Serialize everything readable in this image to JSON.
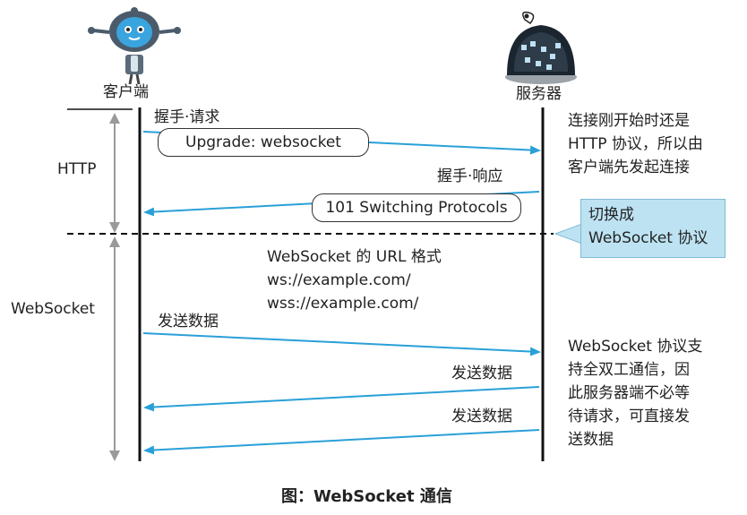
{
  "participants": {
    "client": "客户端",
    "server": "服务器"
  },
  "phases": {
    "http": "HTTP",
    "websocket": "WebSocket"
  },
  "messages": {
    "handshake_request": "握手·请求",
    "upgrade_header": "Upgrade: websocket",
    "handshake_response": "握手·响应",
    "switching": "101 Switching Protocols",
    "send1": "发送数据",
    "send2": "发送数据",
    "send3": "发送数据"
  },
  "url_format": {
    "title": "WebSocket 的 URL 格式",
    "ws": "ws://example.com/",
    "wss": "wss://example.com/"
  },
  "notes": {
    "http_note": [
      "连接刚开始时还是",
      "HTTP 协议，所以由",
      "客户端先发起连接"
    ],
    "switch_note": [
      "切换成",
      "WebSocket 协议"
    ],
    "ws_note": [
      "WebSocket 协议支",
      "持全双工通信，因",
      "此服务器端不必等",
      "待请求，可直接发",
      "送数据"
    ]
  },
  "caption": "图：WebSocket 通信",
  "colors": {
    "arrow": "#2aa0d8",
    "callout_bg": "#bde3f3",
    "phase_axis": "#9a9a9a"
  },
  "icons": {
    "client": "robot-icon",
    "server": "server-robot-icon"
  }
}
